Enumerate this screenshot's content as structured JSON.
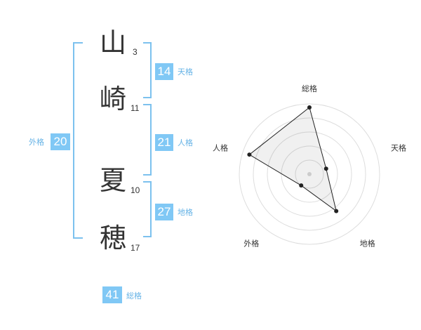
{
  "name_chars": [
    {
      "char": "山",
      "strokes": "3"
    },
    {
      "char": "崎",
      "strokes": "11"
    },
    {
      "char": "夏",
      "strokes": "10"
    },
    {
      "char": "穂",
      "strokes": "17"
    }
  ],
  "fortunes": {
    "tenkaku": {
      "value": "14",
      "label": "天格"
    },
    "jinkaku": {
      "value": "21",
      "label": "人格"
    },
    "chikaku": {
      "value": "27",
      "label": "地格"
    },
    "gaikaku": {
      "value": "20",
      "label": "外格"
    },
    "soukaku": {
      "value": "41",
      "label": "総格"
    }
  },
  "colors": {
    "accent": "#80c8f5",
    "bracket": "#7cc1ee",
    "label": "#66b3e6"
  },
  "chart_data": {
    "type": "radar",
    "axes": [
      "総格",
      "天格",
      "地格",
      "外格",
      "人格"
    ],
    "values": [
      0.95,
      0.25,
      0.65,
      0.2,
      0.9
    ],
    "range": [
      0,
      1
    ],
    "rings": 5,
    "grid": true
  }
}
